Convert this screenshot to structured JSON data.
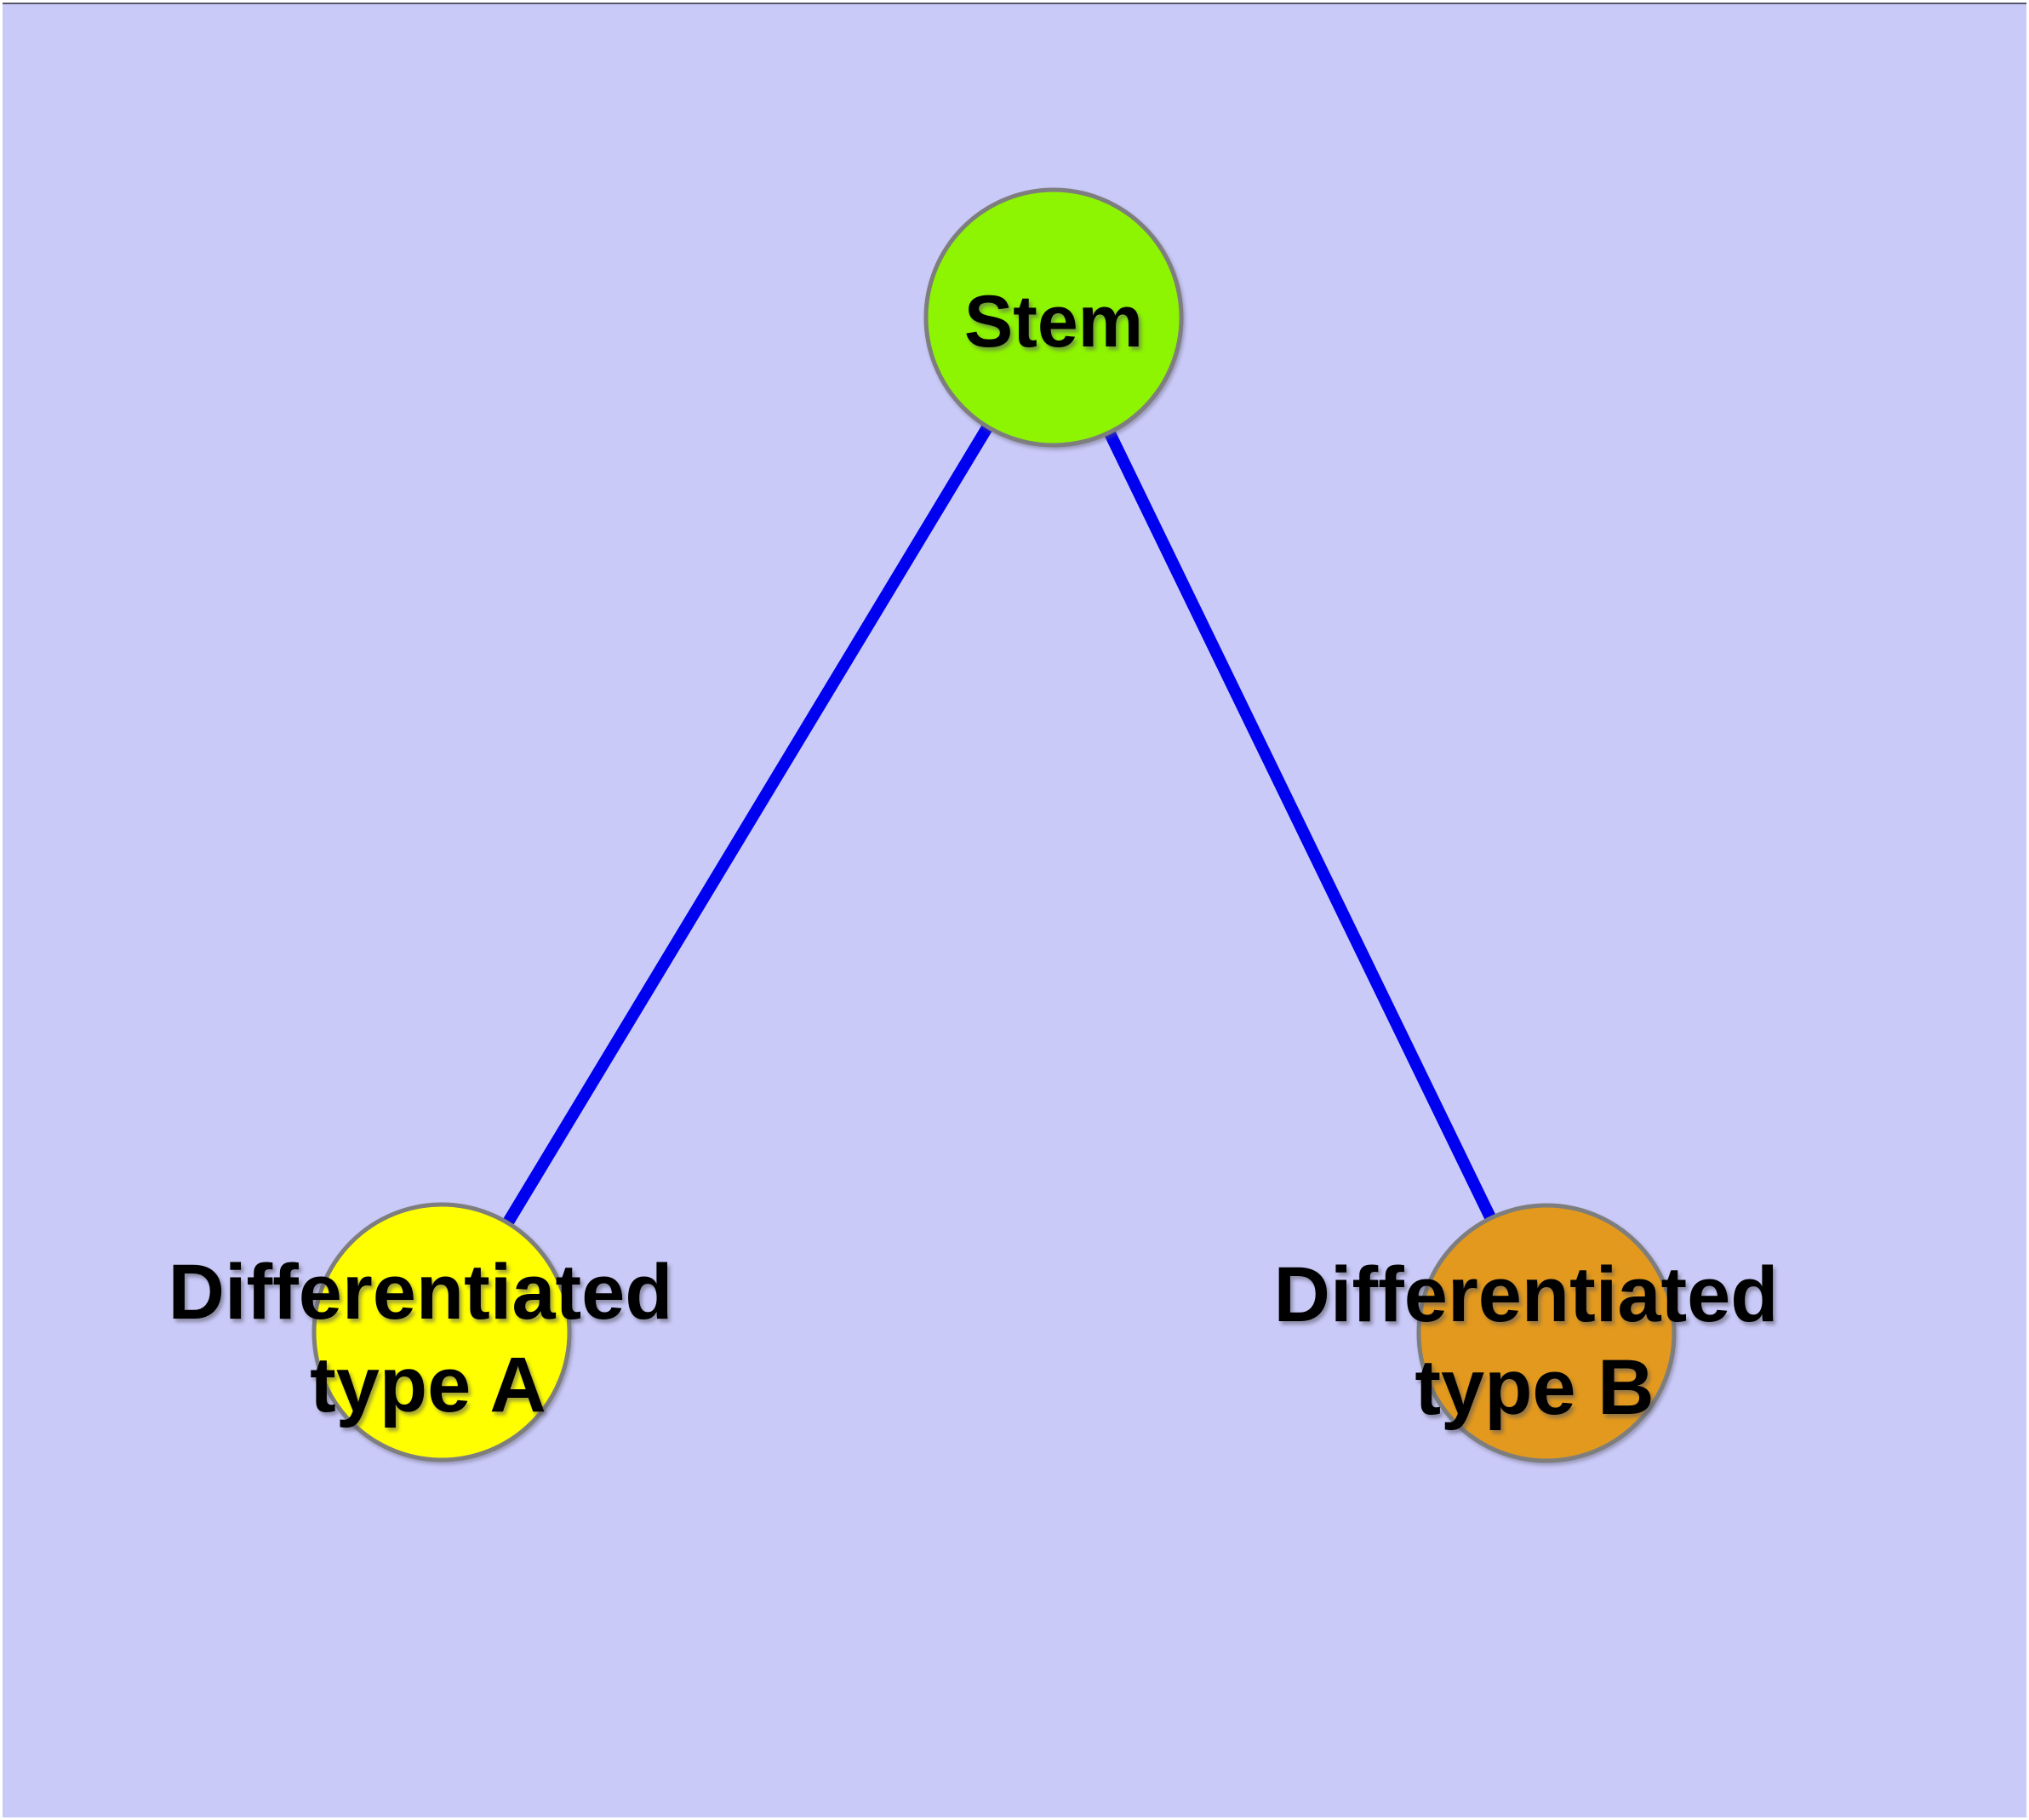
{
  "diagram": {
    "background_color": "#CACAF9",
    "frame_color": "#FFFFFF",
    "frame_shadow_color": "#55556B",
    "edge_color": "#0000F0",
    "node_border_color": "#7E7E7E",
    "label_color": "#000000",
    "nodes": {
      "stem": {
        "label": "Stem",
        "color": "#8DF501"
      },
      "type_a": {
        "label_line1": "Differentiated",
        "label_line2": "type A",
        "color": "#FFFF00"
      },
      "type_b": {
        "label_line1": "Differentiated",
        "label_line2": "type B",
        "color": "#E2991D"
      }
    },
    "edges": [
      {
        "from": "Stem",
        "to": "Differentiated type A"
      },
      {
        "from": "Stem",
        "to": "Differentiated type B"
      }
    ]
  }
}
